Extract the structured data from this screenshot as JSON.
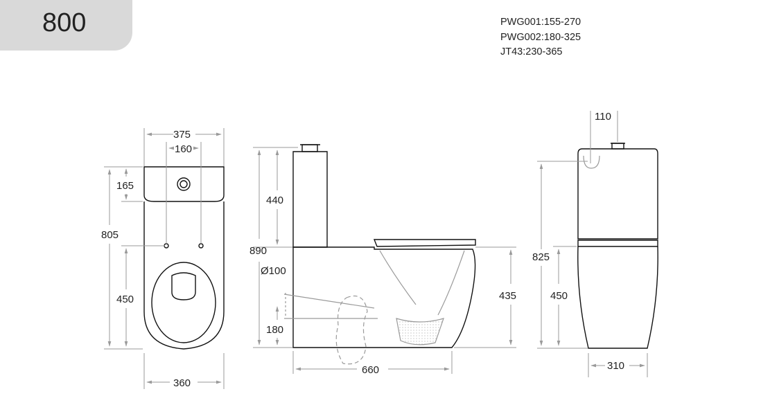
{
  "header": {
    "size_label": "800"
  },
  "model_codes": [
    "PWG001:155-270",
    "PWG002:180-325",
    "JT43:230-365"
  ],
  "front_view": {
    "width_top": "375",
    "hole_spacing": "160",
    "tank_height": "165",
    "total_height": "805",
    "seat_height": "450",
    "base_width": "360"
  },
  "side_view": {
    "tank_dim": "440",
    "total_height": "890",
    "outlet_diameter": "Ø100",
    "outlet_height": "180",
    "bowl_height": "435",
    "length": "660"
  },
  "back_view": {
    "button_offset": "110",
    "total_height": "825",
    "seat_height": "450",
    "base_width": "310"
  },
  "colors": {
    "line": "#111111",
    "dim_line": "#9a9a9a",
    "tab_bg": "#d9d9d9"
  }
}
